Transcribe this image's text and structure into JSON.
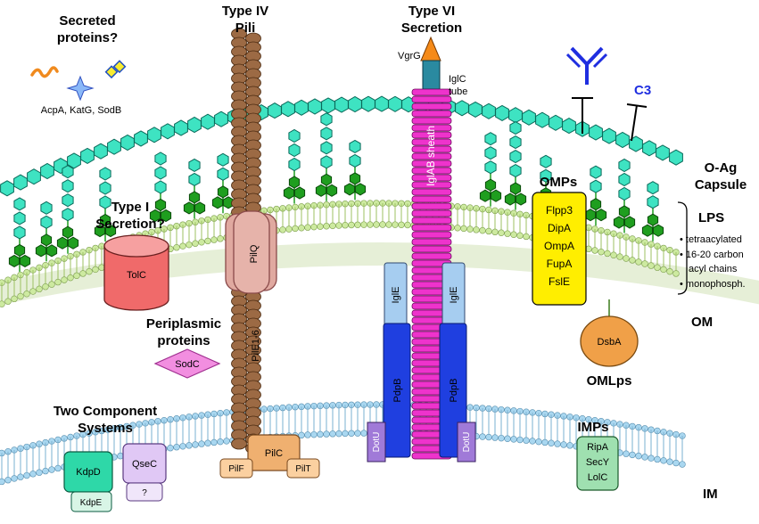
{
  "titles": {
    "secreted_line1": "Secreted",
    "secreted_line2": "proteins?",
    "pili_line1": "Type IV",
    "pili_line2": "Pili",
    "t6_line1": "Type VI",
    "t6_line2": "Secretion",
    "type1_line1": "Type I",
    "type1_line2": "Secretion?",
    "periplasmic_line1": "Periplasmic",
    "periplasmic_line2": "proteins",
    "tcs_line1": "Two Component",
    "tcs_line2": "Systems"
  },
  "secreted_list": "AcpA, KatG, SodB",
  "t6": {
    "vgrg": "VgrG",
    "iglc_line1": "IglC",
    "iglc_line2": "tube",
    "sheath": "IglAB sheath",
    "igle": "IglE",
    "pdpb": "PdpB",
    "dotu": "DotU"
  },
  "pili": {
    "pilq": "PilQ",
    "pile": "PilE1-6",
    "pilc": "PilC",
    "pilf": "PilF",
    "pilt": "PilT"
  },
  "tolc": "TolC",
  "sodc": "SodC",
  "tcs": {
    "kdpd": "KdpD",
    "kdpe": "KdpE",
    "qsec": "QseC",
    "qmark": "?"
  },
  "c3": "C3",
  "side_labels": {
    "oag_line1": "O-Ag",
    "oag_line2": "Capsule",
    "om": "OM",
    "im": "IM",
    "lps": "LPS",
    "omlps": "OMLps",
    "omps": "OMPs",
    "imps": "IMPs"
  },
  "lps_bullets": [
    "• tetraacylated",
    "• 16-20 carbon",
    "acyl chains",
    "• monophosph."
  ],
  "omps_list": [
    "Flpp3",
    "DipA",
    "OmpA",
    "FupA",
    "FslE"
  ],
  "imps_list": [
    "RipA",
    "SecY",
    "LolC"
  ],
  "dsba": "DsbA",
  "colors": {
    "capsule": "#3ee3c2",
    "lps_core": "#1f9e1f",
    "membrane": "#cdeaa0",
    "im_bead": "#a9d7f0",
    "sheath": "#ee33cc",
    "pdpb": "#1f3fe0",
    "igle": "#a6cdf0",
    "dotu": "#a07ad8",
    "pili": "#9c6a44",
    "pilq": "#e0a9a0",
    "tolc": "#f06a6a",
    "sodc": "#f28ee0",
    "omps_box": "#ffee00",
    "dsba": "#f0a048",
    "pilc": "#efb070",
    "kdpd": "#2ed8a8",
    "qsec": "#e0c8f5",
    "imps_box": "#9fe0b0",
    "antibody": "#1f2ee0"
  }
}
